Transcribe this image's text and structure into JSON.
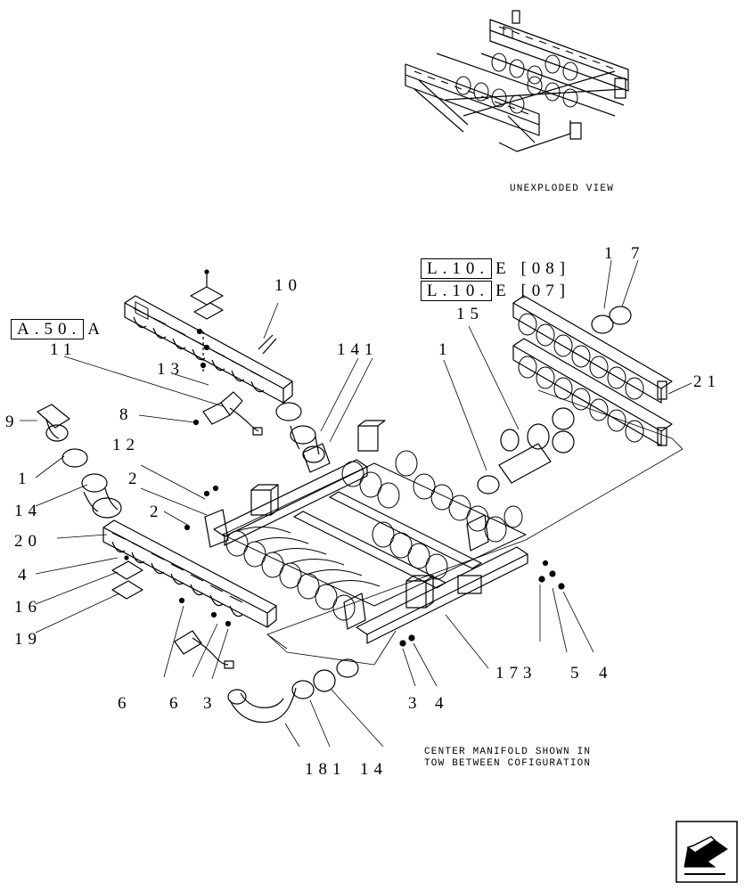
{
  "captions": {
    "unexploded": "UNEXPLODED VIEW",
    "center_line1": "CENTER MANIFOLD SHOWN IN",
    "center_line2": "TOW BETWEEN COFIGURATION"
  },
  "references": {
    "a50": {
      "box": "A.50.",
      "suffix": "A"
    },
    "l10e08": {
      "box": "L.10.",
      "suffix": "E [08]"
    },
    "l10e07": {
      "box": "L.10.",
      "suffix": "E [07]"
    }
  },
  "callouts": {
    "c10": "10",
    "c11": "11",
    "c13": "13",
    "c141": "141",
    "c15": "15",
    "c1_top": "1",
    "c17_a": "1",
    "c17_b": "7",
    "c21": "21",
    "c9": "9",
    "c8": "8",
    "c12": "12",
    "c2_a": "2",
    "c2_b": "2",
    "c1_left": "1",
    "c14_left": "14",
    "c20": "20",
    "c4_left": "4",
    "c16": "16",
    "c19": "19",
    "c6_a": "6",
    "c6_b": "6",
    "c3_a": "3",
    "c3_b": "3",
    "c4_b": "4",
    "c173": "173",
    "c5": "5",
    "c4_c": "4",
    "c181": "181",
    "c14_bottom": "14"
  },
  "nav_icon": "arrow-page-icon"
}
